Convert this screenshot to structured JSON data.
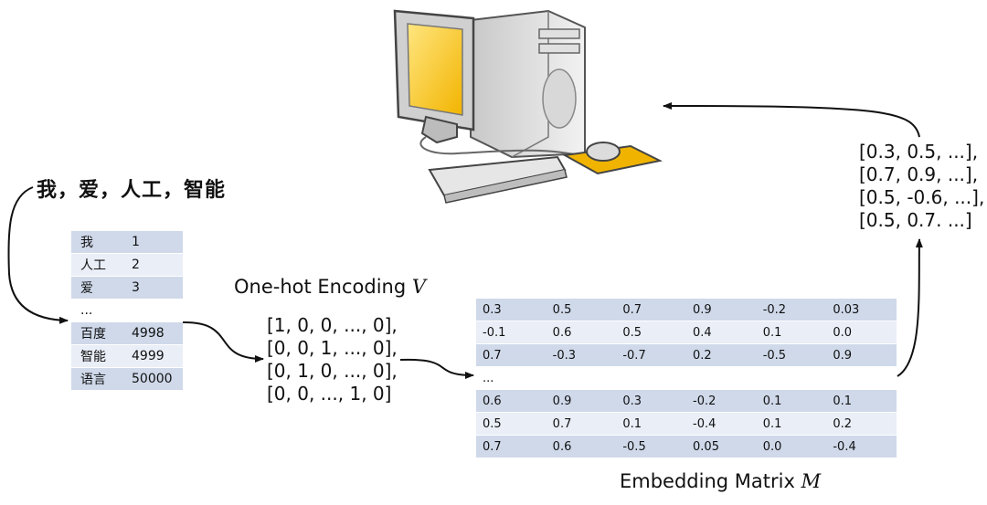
{
  "sentence": "我，爱，人工，智能",
  "vocab": [
    {
      "word": "我",
      "id": "1"
    },
    {
      "word": "人工",
      "id": "2"
    },
    {
      "word": "爱",
      "id": "3"
    },
    {
      "word": "...",
      "id": ""
    },
    {
      "word": "百度",
      "id": "4998"
    },
    {
      "word": "智能",
      "id": "4999"
    },
    {
      "word": "语言",
      "id": "50000"
    }
  ],
  "onehot": {
    "title": "One-hot Encoding",
    "symbol": "V",
    "vectors": [
      "[1, 0, 0, ..., 0],",
      "[0, 0, 1, ..., 0],",
      "[0, 1, 0, ..., 0],",
      "[0, 0, ..., 1, 0]"
    ]
  },
  "embedding": {
    "title": "Embedding Matrix",
    "symbol": "M",
    "rows": [
      [
        "0.3",
        "0.5",
        "0.7",
        "0.9",
        "-0.2",
        "0.03"
      ],
      [
        "-0.1",
        "0.6",
        "0.5",
        "0.4",
        "0.1",
        "0.0"
      ],
      [
        "0.7",
        "-0.3",
        "-0.7",
        "0.2",
        "-0.5",
        "0.9"
      ],
      [
        "...",
        "",
        "",
        "",
        "",
        ""
      ],
      [
        "0.6",
        "0.9",
        "0.3",
        "-0.2",
        "0.1",
        "0.1"
      ],
      [
        "0.5",
        "0.7",
        "0.1",
        "-0.4",
        "0.1",
        "0.2"
      ],
      [
        "0.7",
        "0.6",
        "-0.5",
        "0.05",
        "0.0",
        "-0.4"
      ]
    ]
  },
  "output_vectors": [
    "[0.3, 0.5, ...],",
    "[0.7, 0.9, ...],",
    "[0.5, -0.6, ...],",
    "[0.5, 0.7. ...]"
  ],
  "computer_icon": "desktop-computer-icon"
}
